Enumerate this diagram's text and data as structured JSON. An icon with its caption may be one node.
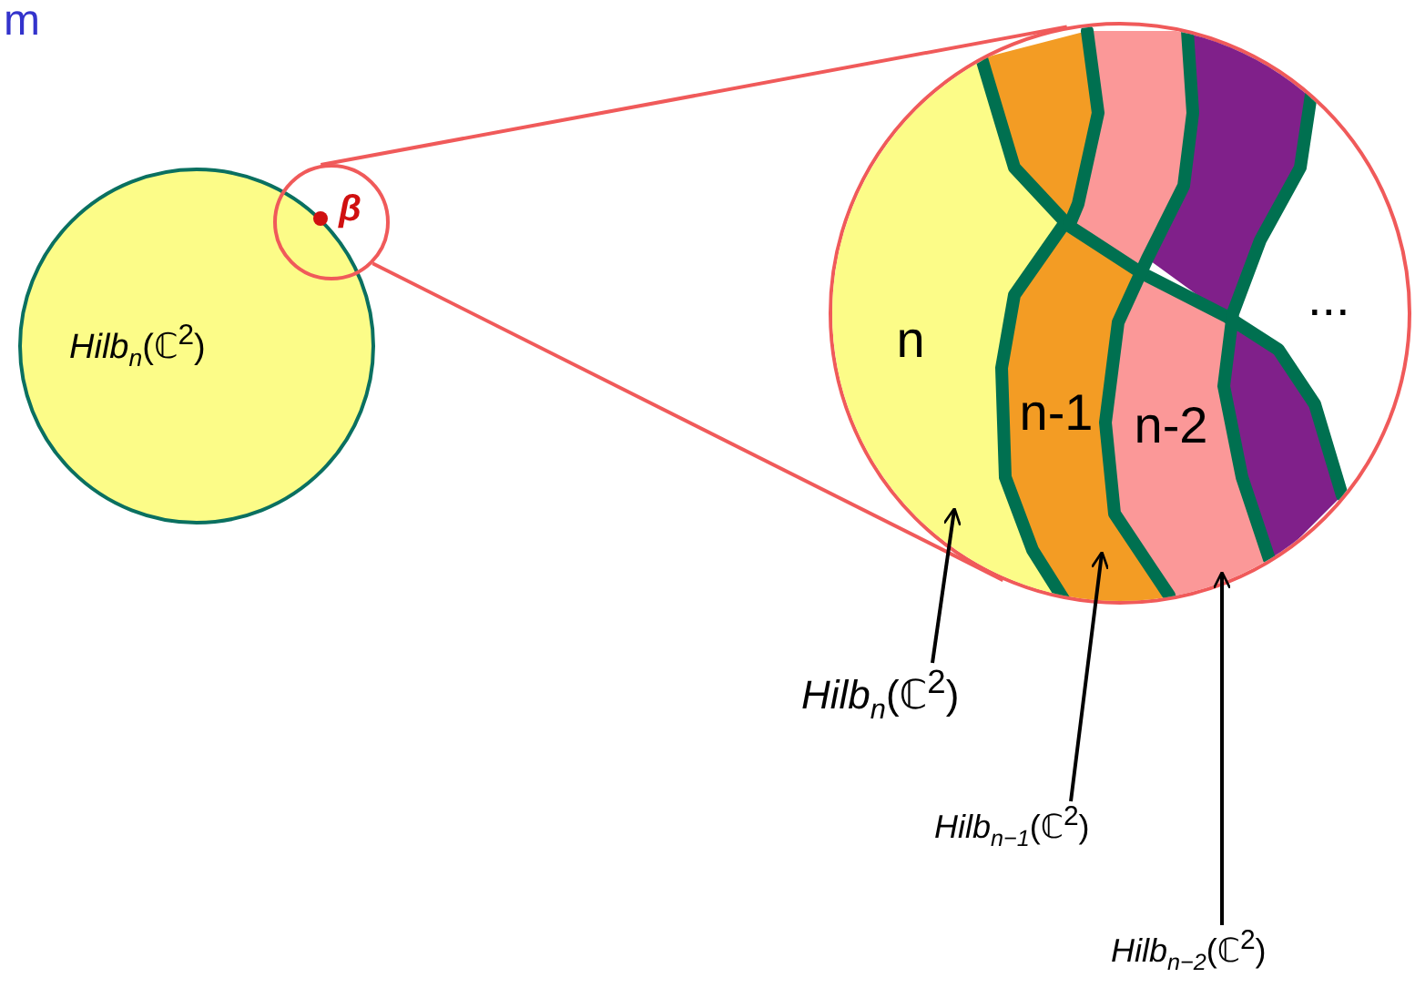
{
  "diagram": {
    "nodes": [
      {
        "text": [
          "*Hilb*$_{n}$(ℂ$^{2}$)"
        ]
      },
      {
        "text": [
          "β"
        ]
      },
      {
        "text": [],
        "shape": "circle"
      },
      {
        "text": [
          "n"
        ],
        "in": 2
      },
      {
        "text": [
          "n-1"
        ],
        "in": 2
      },
      {
        "text": [
          "n-2"
        ],
        "in": 2
      },
      {
        "text": [
          "*Hilb*$_{n}$(ℂ$^{2}$)"
        ]
      },
      {
        "text": [
          "*Hilb*$_{n−1}$(ℂ$^{2}$)"
        ]
      },
      {
        "text": [
          "*Hilb*$_{n−2}$(ℂ$^{2}$)"
        ]
      }
    ],
    "edges": [
      {
        "from": 1,
        "to": 2,
        "arrow": "none",
        "color": "#f05a5a"
      },
      {
        "from": 1,
        "to": 2,
        "arrow": "none",
        "color": "#f05a5a"
      },
      {
        "from": 6,
        "to": 2,
        "arrow": "to"
      },
      {
        "from": 7,
        "to": 2,
        "arrow": "to"
      },
      {
        "from": 8,
        "to": 2,
        "arrow": "to"
      }
    ],
    "labels": [
      "m",
      "..."
    ]
  }
}
